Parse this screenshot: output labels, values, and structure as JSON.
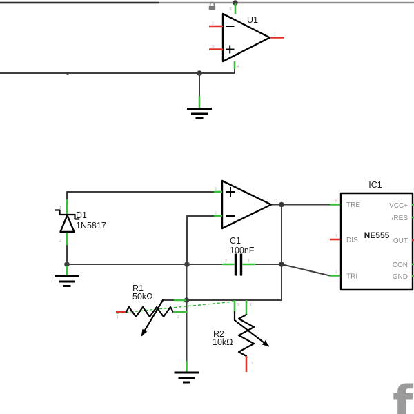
{
  "watermark": "f",
  "colors": {
    "pin_connected": "#3cbe3c",
    "pin_unconnected": "#e0322b",
    "ratsnest": "#19b219",
    "wire": "#3f3f3f",
    "outline": "#000000",
    "rail_gray": "#8c8c8c"
  },
  "u1": {
    "label": "U1",
    "pin_inv": "2",
    "pin_noninv": "3",
    "pin_out": "1",
    "pin_vcc": "8",
    "pin_vee": "4"
  },
  "opamp2": {
    "pin_noninv": "5",
    "pin_inv": "6",
    "pin_out": "7"
  },
  "d1": {
    "label": "D1",
    "value": "1N5817",
    "pin_cathode": "1",
    "pin_anode": "2"
  },
  "c1": {
    "label": "C1",
    "value": "100nF",
    "pin_left": "2",
    "pin_right": "1"
  },
  "r1": {
    "label": "R1",
    "value": "50kΩ",
    "pin_left": "1",
    "pin_wiper": "3",
    "pin_right": "2"
  },
  "r2": {
    "label": "R2",
    "value": "10kΩ",
    "pin_wiper": "3",
    "pin_top": "1",
    "pin_bottom": "2"
  },
  "ic1": {
    "label": "IC1",
    "part": "NE555",
    "left_pins": [
      {
        "num": "6",
        "name": "TRE"
      },
      {
        "num": "7",
        "name": "DIS"
      },
      {
        "num": "2",
        "name": "TRI"
      }
    ],
    "right_pins": [
      {
        "name": "VCC+"
      },
      {
        "name": "/RES"
      },
      {
        "name": "OUT"
      },
      {
        "name": "CON"
      },
      {
        "name": "GND"
      }
    ]
  }
}
